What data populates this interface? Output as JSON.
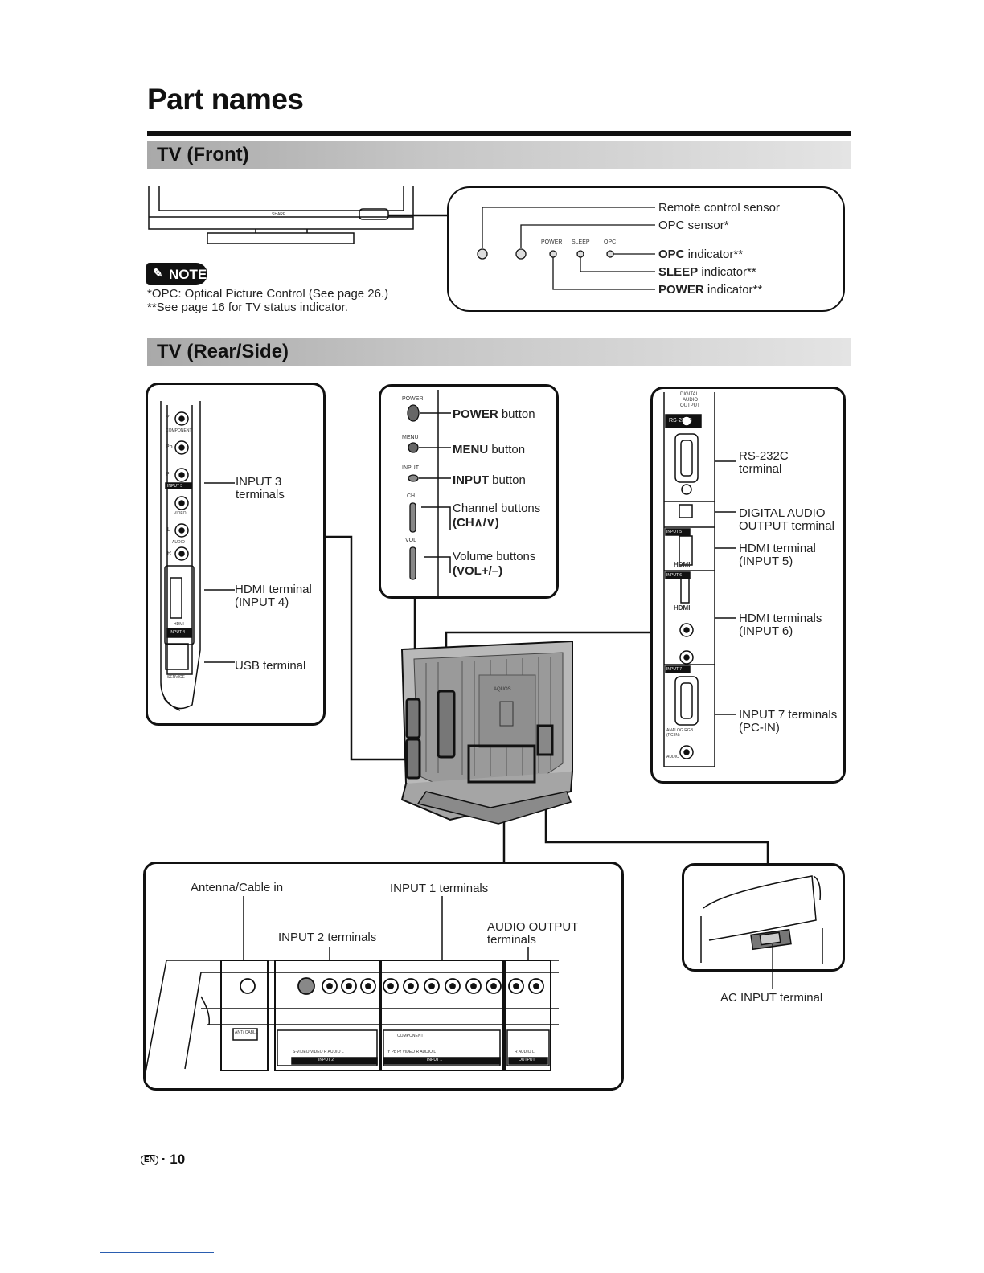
{
  "title": "Part names",
  "sections": {
    "front": "TV (Front)",
    "rear": "TV (Rear/Side)"
  },
  "front": {
    "brand": "SHARP",
    "panel_labels": {
      "power": "POWER",
      "sleep": "SLEEP",
      "opc": "OPC"
    },
    "callouts": {
      "remote_sensor": "Remote control sensor",
      "opc_sensor": "OPC sensor*",
      "opc_indicator_bold": "OPC",
      "opc_indicator_rest": " indicator**",
      "sleep_indicator_bold": "SLEEP",
      "sleep_indicator_rest": " indicator**",
      "power_indicator_bold": "POWER",
      "power_indicator_rest": " indicator**"
    },
    "note": {
      "badge": "NOTE",
      "line1": "*OPC: Optical Picture Control (See page 26.)",
      "line2": "**See page 16 for TV status indicator."
    }
  },
  "side_panel": {
    "input3": [
      "INPUT 3",
      "terminals"
    ],
    "hdmi4": [
      "HDMI terminal",
      "(INPUT 4)"
    ],
    "usb": "USB terminal",
    "jack_labels": {
      "y": "Y",
      "component": "COMPONENT",
      "pb": "Pb",
      "pr": "Pr",
      "input3": "INPUT 3",
      "video": "VIDEO",
      "l": "L",
      "audio": "AUDIO",
      "r": "R",
      "hdmi": "HDMI",
      "input4": "INPUT 4",
      "service": "SERVICE"
    }
  },
  "buttons": {
    "power_small": "POWER",
    "menu_small": "MENU",
    "input_small": "INPUT",
    "ch_small": "CH",
    "vol_small": "VOL",
    "power_bold": "POWER",
    "power_rest": " button",
    "menu_bold": "MENU",
    "menu_rest": " button",
    "input_bold": "INPUT",
    "input_rest": " button",
    "channel_line1": "Channel buttons",
    "channel_line2": "(CH∧/∨)",
    "volume_line1": "Volume buttons",
    "volume_line2": "(VOL+/–)"
  },
  "right_panel": {
    "digital_small": [
      "DIGITAL",
      "AUDIO",
      "OUTPUT"
    ],
    "rs232_small": "RS-232C",
    "rs232": [
      "RS-232C",
      "terminal"
    ],
    "digital_audio": [
      "DIGITAL AUDIO",
      "OUTPUT terminal"
    ],
    "hdmi5": [
      "HDMI terminal",
      "(INPUT 5)"
    ],
    "hdmi6": [
      "HDMI terminals",
      "(INPUT 6)"
    ],
    "input7": [
      "INPUT 7 terminals",
      "(PC-IN)"
    ],
    "small_labels": {
      "input5": "INPUT 5",
      "input6": "INPUT 6",
      "hdmi": "HDMI",
      "input7": "INPUT 7",
      "analog_rgb": "ANALOG RGB",
      "pc_in": "(PC IN)",
      "audio": "AUDIO"
    }
  },
  "tv_logo": "AQUOS",
  "bottom_panel": {
    "antenna": "Antenna/Cable in",
    "input1": "INPUT 1 terminals",
    "input2": "INPUT 2 terminals",
    "audio_output": [
      "AUDIO OUTPUT",
      "terminals"
    ],
    "small_labels": {
      "ant_cable": "ANT/ CABLE",
      "input2_jacks": "S-VIDEO  VIDEO   R  AUDIO  L",
      "input2_bar": "INPUT 2",
      "component": "COMPONENT",
      "input1_jacks": "Y   Pb   Pr   VIDEO   R  AUDIO  L",
      "input1_bar": "INPUT 1",
      "output_jacks": "R  AUDIO  L",
      "output_bar": "OUTPUT"
    }
  },
  "ac_input": "AC INPUT terminal",
  "footer": {
    "lang": "EN",
    "page": "10"
  }
}
